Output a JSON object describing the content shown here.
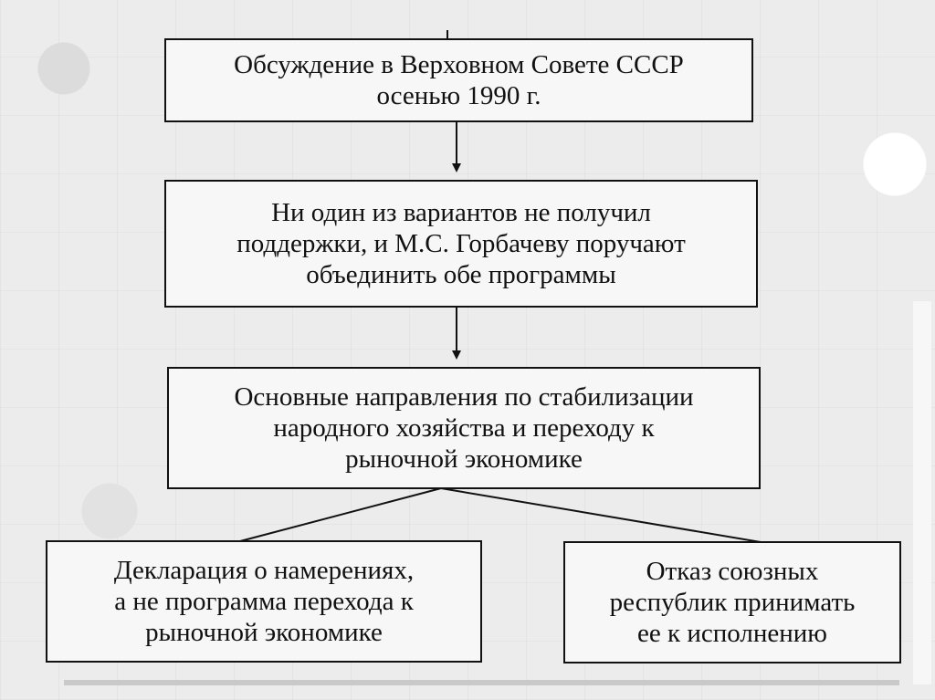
{
  "diagram": {
    "box1": {
      "lines": [
        "Обсуждение в Верховном Совете СССР",
        "осенью 1990 г."
      ]
    },
    "box2": {
      "lines": [
        "Ни один из вариантов не получил",
        "поддержки, и М.С. Горбачеву поручают",
        "объединить обе программы"
      ]
    },
    "box3": {
      "lines": [
        "Основные направления по стабилизации",
        "народного хозяйства и переходу к",
        "рыночной экономике"
      ]
    },
    "box4": {
      "lines": [
        "Декларация о намерениях,",
        "а не программа перехода к",
        "рыночной экономике"
      ]
    },
    "box5": {
      "lines": [
        "Отказ союзных",
        "республик принимать",
        "ее к исполнению"
      ]
    }
  }
}
